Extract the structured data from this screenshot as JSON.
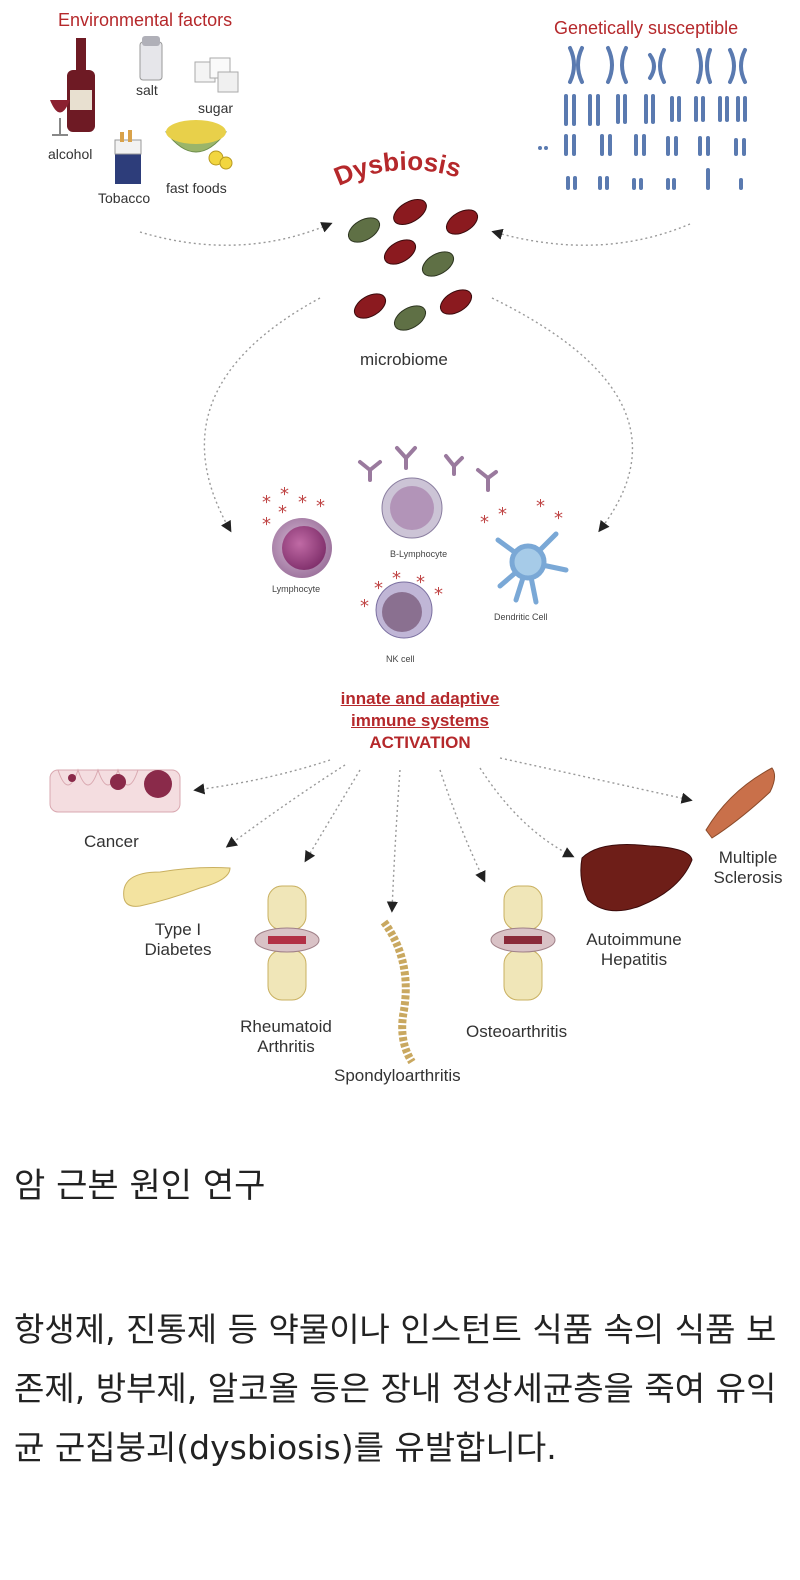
{
  "diagram": {
    "environmental_title": "Environmental factors",
    "genetic_title": "Genetically susceptible",
    "factors": {
      "salt": "salt",
      "sugar": "sugar",
      "alcohol": "alcohol",
      "tobacco": "Tobacco",
      "fast_foods": "fast foods"
    },
    "dysbiosis": "Dysbiosis",
    "microbiome": "microbiome",
    "cells": {
      "lymphocyte": "Lymphocyte",
      "b_lymphocyte": "B-Lymphocyte",
      "nk_cell": "NK cell",
      "dendritic_cell": "Dendritic Cell"
    },
    "activation": {
      "line1": "innate and adaptive",
      "line2": "immune systems",
      "line3": "ACTIVATION"
    },
    "diseases": {
      "cancer": "Cancer",
      "diabetes_1": "Type I",
      "diabetes_2": "Diabetes",
      "ra_1": "Rheumatoid",
      "ra_2": "Arthritis",
      "spondylo": "Spondyloarthritis",
      "osteo": "Osteoarthritis",
      "hepatitis_1": "Autoimmune",
      "hepatitis_2": "Hepatitis",
      "ms_1": "Multiple",
      "ms_2": "Sclerosis"
    },
    "colors": {
      "accent_red": "#b5282b",
      "bacteria_red": "#8b1a1f",
      "bacteria_green": "#5f7045",
      "chromosome_blue": "#5a7ab0"
    }
  },
  "article": {
    "title": "암 근본 원인 연구",
    "body": "항생제, 진통제 등 약물이나 인스턴트 식품 속의 식품 보존제, 방부제, 알코올 등은 장내 정상세균층을 죽여 유익균 군집붕괴(dysbiosis)를 유발합니다."
  }
}
